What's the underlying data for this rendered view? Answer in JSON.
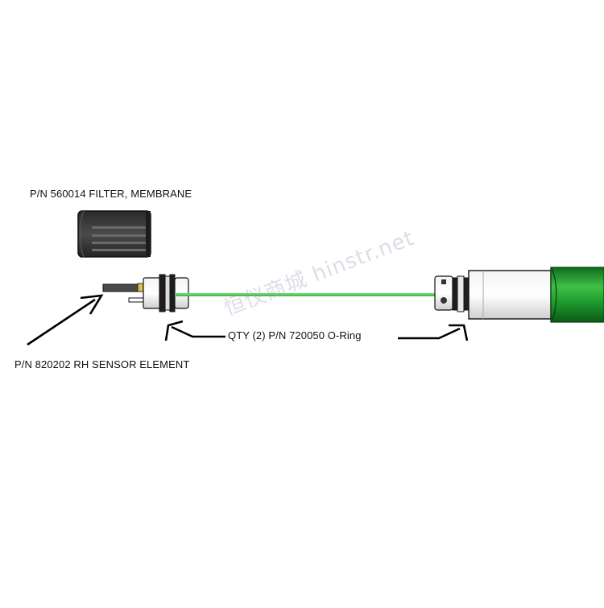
{
  "labels": {
    "filter": "P/N 560014 FILTER, MEMBRANE",
    "sensor": "P/N 820202 RH SENSOR ELEMENT",
    "oring": "QTY (2) P/N 720050  O-Ring"
  },
  "watermark": "恒仪商城 hinstr.net",
  "colors": {
    "probe_green": "#1f9a2e",
    "cable_green": "#3fbf3f",
    "filter_dark": "#3c3c3c",
    "metal": "#e6e6e6"
  }
}
